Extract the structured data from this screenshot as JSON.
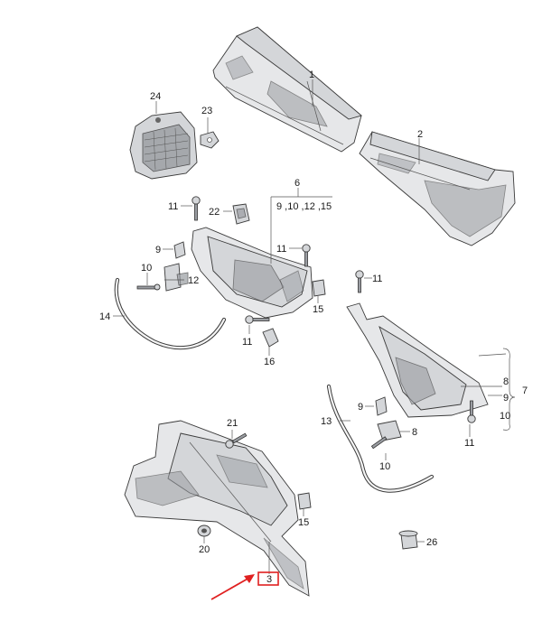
{
  "callouts": {
    "c1": "1",
    "c2": "2",
    "c3": "3",
    "c6": "6",
    "c6_sub": "9 ,10 ,12 ,15",
    "c7": "7",
    "c8": "8",
    "c9_right": "9",
    "c10_right": "10",
    "c9_left": "9",
    "c9_mid": "9",
    "c10_left": "10",
    "c10_mid": "10",
    "c11_a": "11",
    "c11_b": "11",
    "c11_c": "11",
    "c11_d": "11",
    "c11_e": "11",
    "c12": "12",
    "c13": "13",
    "c14": "14",
    "c15_a": "15",
    "c15_b": "15",
    "c16": "16",
    "c20": "20",
    "c21": "21",
    "c22": "22",
    "c23": "23",
    "c24": "24",
    "c26": "26"
  },
  "highlight": {
    "color": "#e02020",
    "target_callout": "3"
  }
}
